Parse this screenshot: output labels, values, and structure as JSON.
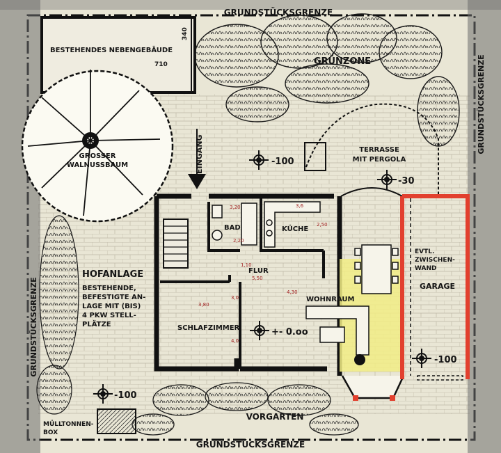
{
  "labels": {
    "top_boundary": "GRUNDSTÜCKSGRENZE",
    "bottom_boundary": "GRUNDSTÜCKSGRENZE",
    "left_boundary": "GRUNDSTÜCKSGRENZE",
    "right_boundary": "GRUNDSTÜCKSGRENZE",
    "existing_building": "BESTEHENDES NEBENGEBÄUDE",
    "dim_710": "710",
    "dim_340": "340",
    "green_zone": "GRÜNZONE",
    "tree_1": "GROSSER",
    "tree_2": "WALNUSSBAUM",
    "entrance": "EINGANG",
    "terrace_1": "TERRASSE",
    "terrace_2": "MIT PERGOLA",
    "bath": "BAD",
    "kitchen": "KÜCHE",
    "hall": "FLUR",
    "living": "WOHNRAUM",
    "bedroom": "SCHLAFZIMMER",
    "garage": "GARAGE",
    "opt_1": "EVTL.",
    "opt_2": "ZWISCHEN-",
    "opt_3": "WAND",
    "courtyard_title": "HOFANLAGE",
    "courtyard_1": "BESTEHENDE,",
    "courtyard_2": "BEFESTIGTE AN-",
    "courtyard_3": "LAGE MIT (BIS)",
    "courtyard_4": "4 PKW STELL-",
    "courtyard_5": "PLÄTZE",
    "front_garden": "VORGARTEN",
    "bins_1": "MÜLLTONNEN-",
    "bins_2": "BOX"
  },
  "levels": {
    "north": "-100",
    "terrace": "-30",
    "living": "+- 0.oo",
    "garage": "-100",
    "southwest": "-100"
  },
  "hand_dims": [
    "3,20",
    "3,6",
    "2,50",
    "5,50",
    "4,30",
    "3,80",
    "4,0",
    "3,0",
    "2,20",
    "1,10"
  ],
  "colors": {
    "paper": "#e9e6d5",
    "ink": "#151515",
    "garage_wall": "#e2402e",
    "highlight": "#f1ec85",
    "grid": "#bdb8a6"
  }
}
